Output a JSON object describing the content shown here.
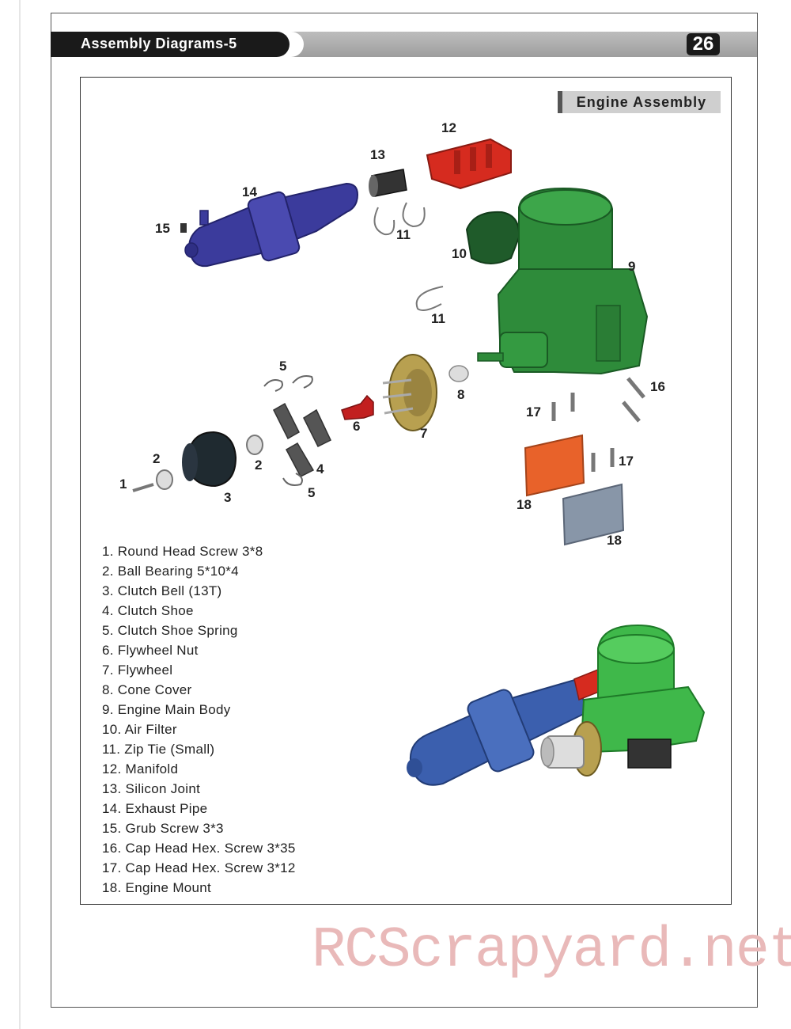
{
  "header": {
    "title": "Assembly Diagrams-5",
    "page_number": "26"
  },
  "section_label": "Engine Assembly",
  "callouts": [
    "1",
    "2",
    "2",
    "3",
    "4",
    "5",
    "5",
    "6",
    "7",
    "8",
    "9",
    "10",
    "11",
    "11",
    "12",
    "13",
    "14",
    "15",
    "16",
    "17",
    "17",
    "18",
    "18"
  ],
  "parts": [
    "1.  Round Head Screw 3*8",
    "2.  Ball Bearing 5*10*4",
    "3.  Clutch Bell (13T)",
    "4.  Clutch Shoe",
    "5.  Clutch Shoe Spring",
    "6.  Flywheel Nut",
    "7.  Flywheel",
    "8. Cone Cover",
    "9. Engine Main Body",
    "10. Air Filter",
    "11. Zip Tie (Small)",
    "12. Manifold",
    "13. Silicon Joint",
    "14. Exhaust Pipe",
    "15. Grub Screw 3*3",
    "16. Cap Head Hex. Screw 3*35",
    "17. Cap Head Hex. Screw 3*12",
    "18. Engine Mount"
  ],
  "watermark": "RCScrapyard.net",
  "colors": {
    "engine_green": "#2e8b3a",
    "manifold_red": "#d62b1f",
    "exhaust_blue": "#3a3a9a",
    "mount_orange": "#e8622a",
    "flywheel_gold": "#b8a050"
  }
}
